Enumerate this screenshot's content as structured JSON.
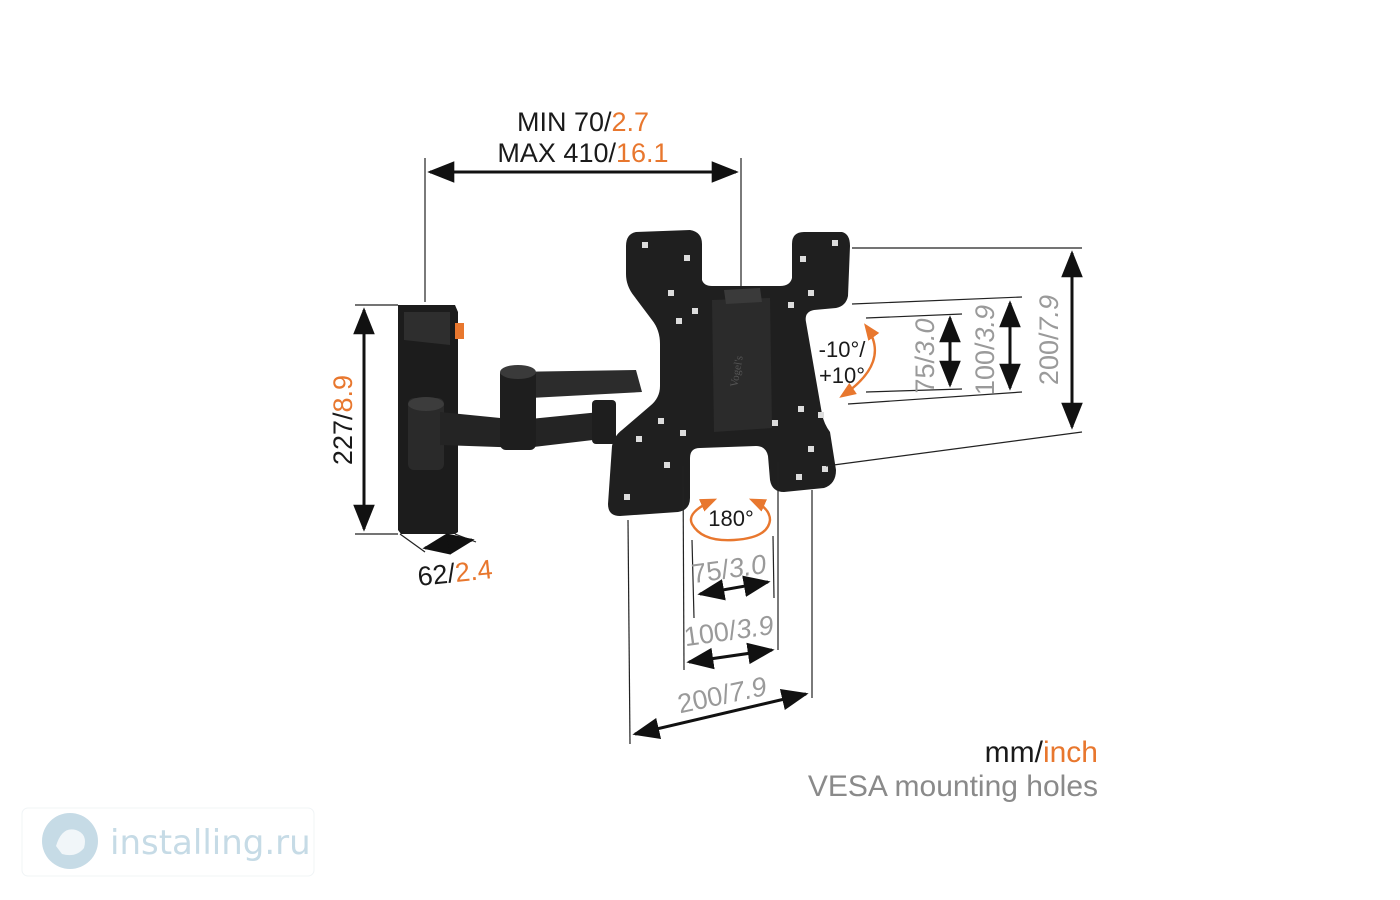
{
  "colors": {
    "dark": "#1a1a1a",
    "orange": "#e8772e",
    "gray": "#9a9a9a",
    "mount": "#1f1f1f",
    "watermark": "#c6dbe6"
  },
  "extension": {
    "min_mm": "MIN 70",
    "min_in": "2.7",
    "max_mm": "MAX 410",
    "max_in": "16.1"
  },
  "wall_plate": {
    "height_mm": "227",
    "height_in": "8.9",
    "width_mm": "62",
    "width_in": "2.4"
  },
  "tilt": {
    "line1": "-10°/",
    "line2": "+10°"
  },
  "swivel": {
    "label": "180°"
  },
  "vesa_vertical": [
    {
      "mm": "75",
      "in": "3.0"
    },
    {
      "mm": "100",
      "in": "3.9"
    },
    {
      "mm": "200",
      "in": "7.9"
    }
  ],
  "vesa_horizontal": [
    {
      "mm": "75",
      "in": "3.0"
    },
    {
      "mm": "100",
      "in": "3.9"
    },
    {
      "mm": "200",
      "in": "7.9"
    }
  ],
  "legend": {
    "unit_mm": "mm",
    "unit_in": "inch",
    "vesa": "VESA mounting holes"
  },
  "watermark": {
    "text": "installing.ru"
  },
  "brand_mark": "Vogel's"
}
